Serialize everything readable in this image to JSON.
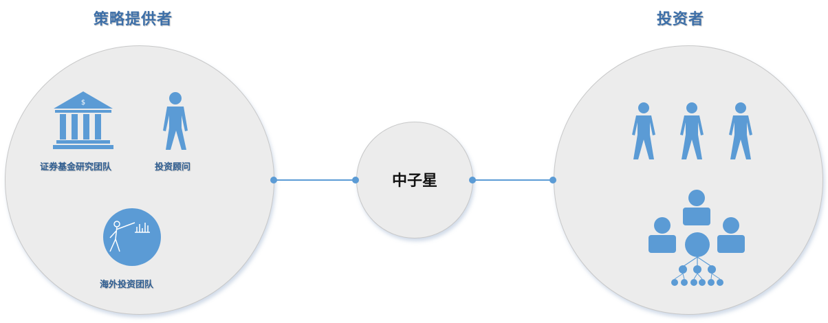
{
  "titles": {
    "left": "策略提供者",
    "right": "投资者"
  },
  "center": {
    "label": "中子星"
  },
  "left_group": {
    "items": [
      {
        "label": "证券基金研究团队",
        "icon": "bank-icon"
      },
      {
        "label": "投资顾问",
        "icon": "person-icon"
      },
      {
        "label": "海外投资团队",
        "icon": "presenter-chart-icon"
      }
    ]
  },
  "right_group": {
    "items": [
      {
        "icon": "person-icon"
      },
      {
        "icon": "person-icon"
      },
      {
        "icon": "person-icon"
      },
      {
        "icon": "org-hierarchy-icon"
      }
    ]
  },
  "colors": {
    "icon_blue": "#5b9bd5",
    "title_blue": "#3d6fa8",
    "circle_fill": "#ececec",
    "line": "#5b9bd5"
  }
}
